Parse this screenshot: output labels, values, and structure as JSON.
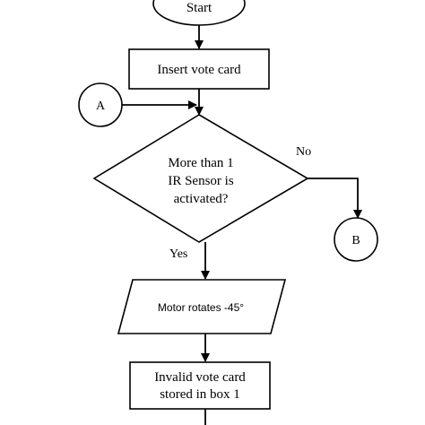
{
  "flowchart": {
    "start": {
      "label": "Start"
    },
    "insert_card": {
      "label": "Insert vote card"
    },
    "connector_a": {
      "label": "A"
    },
    "decision": {
      "lines": [
        "More than 1",
        "IR Sensor is",
        "activated?"
      ]
    },
    "no_label": "No",
    "yes_label": "Yes",
    "connector_b": {
      "label": "B"
    },
    "motor_rotates": {
      "label": "Motor rotates -45°"
    },
    "invalid_card": {
      "lines": [
        "Invalid vote card",
        "stored in box 1"
      ]
    }
  }
}
